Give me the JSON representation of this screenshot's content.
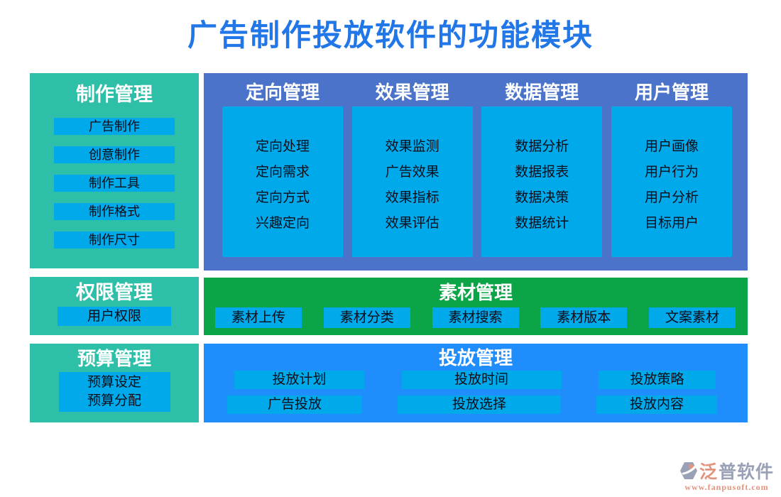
{
  "title": "广告制作投放软件的功能模块",
  "colors": {
    "teal": "#2ebfa8",
    "slate_blue": "#4a73c9",
    "cyan_button": "#00a9e9",
    "green": "#0ba447",
    "bright_blue": "#1f8efc",
    "title_blue": "#2277e8",
    "brand_salmon": "#e2937e",
    "brand_gray": "#9aa1b6"
  },
  "left_panels": [
    {
      "title": "制作管理",
      "items": [
        "广告制作",
        "创意制作",
        "制作工具",
        "制作格式",
        "制作尺寸"
      ]
    },
    {
      "title": "权限管理",
      "items": [
        "用户权限"
      ]
    },
    {
      "title": "预算管理",
      "items": [
        "预算设定",
        "预算分配"
      ]
    }
  ],
  "top_panel": {
    "columns": [
      {
        "title": "定向管理",
        "items": [
          "定向处理",
          "定向需求",
          "定向方式",
          "兴趣定向"
        ]
      },
      {
        "title": "效果管理",
        "items": [
          "效果监测",
          "广告效果",
          "效果指标",
          "效果评估"
        ]
      },
      {
        "title": "数据管理",
        "items": [
          "数据分析",
          "数据报表",
          "数据决策",
          "数据统计"
        ]
      },
      {
        "title": "用户管理",
        "items": [
          "用户画像",
          "用户行为",
          "用户分析",
          "目标用户"
        ]
      }
    ]
  },
  "material_panel": {
    "title": "素材管理",
    "buttons": [
      "素材上传",
      "素材分类",
      "素材搜索",
      "素材版本",
      "文案素材"
    ]
  },
  "delivery_panel": {
    "title": "投放管理",
    "rows": [
      [
        "投放计划",
        "投放时间",
        "投放策略"
      ],
      [
        "广告投放",
        "投放选择",
        "投放内容"
      ]
    ]
  },
  "footer": {
    "brand_first": "泛",
    "brand_rest": "普软件",
    "url": "www.fanpusoft.com"
  }
}
